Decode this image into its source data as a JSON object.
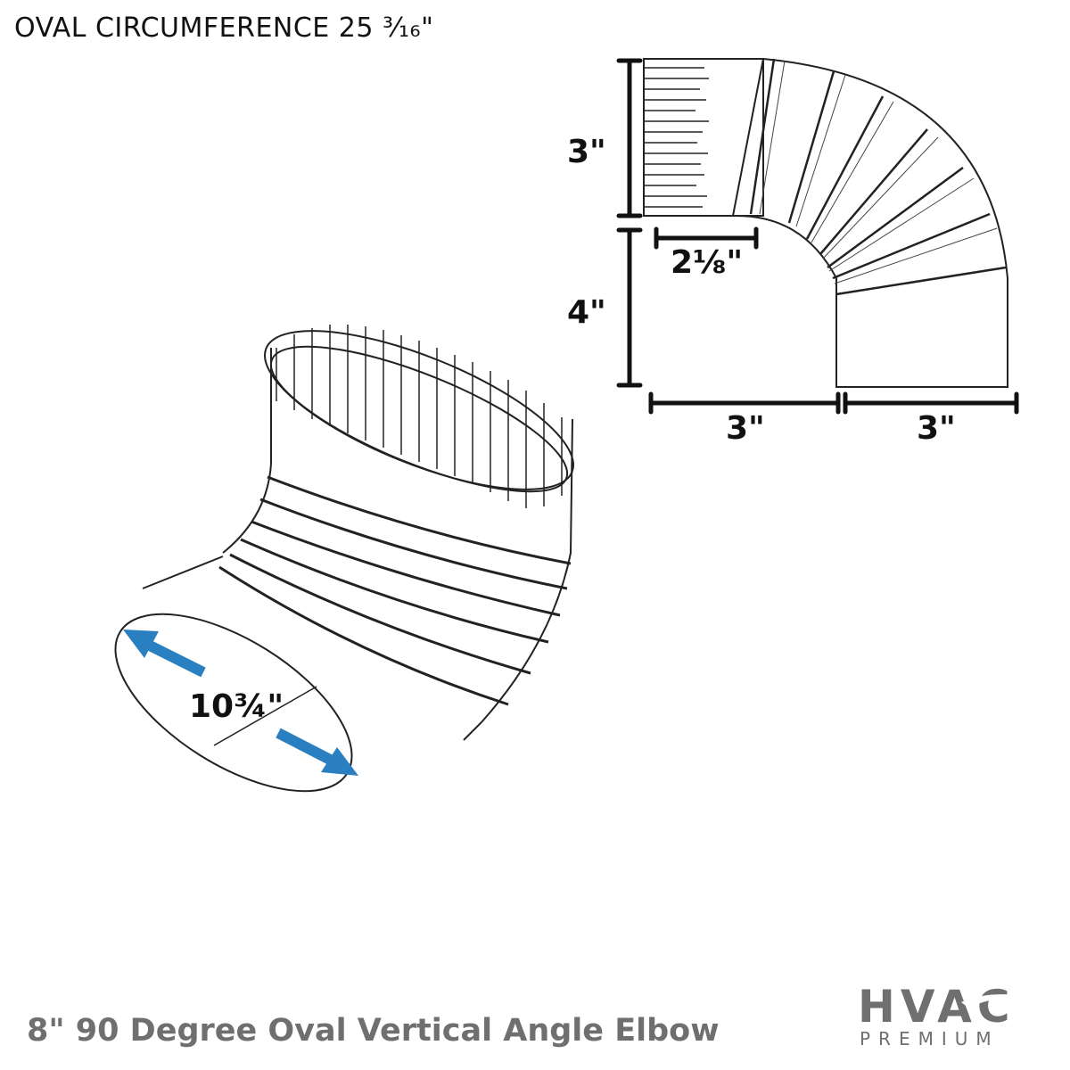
{
  "header": {
    "circumference_label": "OVAL CIRCUMFERENCE 25 ³⁄₁₆\""
  },
  "dimensions": {
    "top_straight_height": "3\"",
    "lower_height": "4\"",
    "inner_width": "2⅛\"",
    "bottom_left_width": "3\"",
    "bottom_right_width": "3\"",
    "oval_width": "10¾\""
  },
  "footer": {
    "title": "8\" 90 Degree Oval Vertical Angle Elbow"
  },
  "logo": {
    "line1": "HVAC",
    "line2": "PREMIUM"
  },
  "colors": {
    "arrow": "#2a7fc1",
    "logo": "#6f6f6f",
    "title": "#6f6f6f"
  }
}
